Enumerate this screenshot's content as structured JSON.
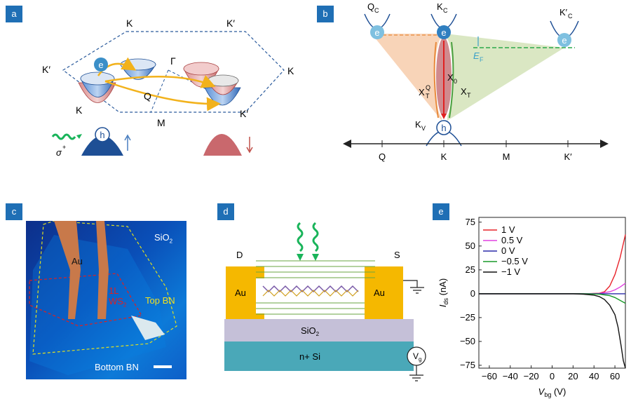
{
  "panels": {
    "a": {
      "tag": "a",
      "K_top": "K",
      "Kp_top": "K′",
      "Kp_left": "K′",
      "K_right": "K",
      "Gamma": "Γ",
      "Q": "Q",
      "K_lower": "K",
      "M": "M",
      "Kp_lower": "K′",
      "electron": "e",
      "hole": "h",
      "sigma": "σ",
      "sigma_sup": "+"
    },
    "b": {
      "tag": "b",
      "Qc": "Q",
      "Qc_sub": "C",
      "Kc": "K",
      "Kc_sub": "C",
      "Kpc": "K′",
      "Kpc_sub": "C",
      "EF": "E",
      "EF_sub": "F",
      "X0": "X",
      "X0_sub": "0",
      "XT": "X",
      "XT_sub": "T",
      "XTQ": "X",
      "XTQ_sub": "T",
      "XTQ_sup": "Q",
      "Kv": "K",
      "Kv_sub": "V",
      "electron": "e",
      "hole": "h",
      "ticks": [
        "Q",
        "K",
        "M",
        "K′"
      ]
    },
    "c": {
      "tag": "c",
      "sio2": "SiO",
      "sio2_sub": "2",
      "au": "Au",
      "ws2_line1": "1L",
      "ws2_line2": "WS",
      "ws2_sub": "2",
      "top_bn": "Top BN",
      "bottom_bn": "Bottom BN"
    },
    "d": {
      "tag": "d",
      "D": "D",
      "S": "S",
      "au_left": "Au",
      "au_right": "Au",
      "sio2": "SiO",
      "sio2_sub": "2",
      "si": "n+ Si",
      "vg": "V",
      "vg_sub": "g"
    },
    "e": {
      "tag": "e"
    }
  },
  "chart_data": {
    "type": "line",
    "xlabel": "V",
    "xlabel_sub": "bg",
    "xlabel_unit": " (V)",
    "ylabel": "I",
    "ylabel_sub": "ds",
    "ylabel_unit": " (nA)",
    "xlim": [
      -70,
      70
    ],
    "ylim": [
      -78,
      80
    ],
    "xticks": [
      -60,
      -40,
      -20,
      0,
      20,
      40,
      60
    ],
    "yticks": [
      75,
      50,
      25,
      0,
      -25,
      -50,
      -75
    ],
    "series": [
      {
        "name": "1 V",
        "color": "#e8232a",
        "x": [
          -70,
          0,
          30,
          45,
          50,
          55,
          60,
          65,
          70
        ],
        "y": [
          0,
          0,
          0,
          0.5,
          2,
          8,
          20,
          38,
          62
        ]
      },
      {
        "name": "0.5 V",
        "color": "#e040e0",
        "x": [
          -70,
          0,
          30,
          45,
          55,
          60,
          65,
          70
        ],
        "y": [
          0,
          0,
          0,
          0.3,
          2,
          4,
          7,
          11
        ]
      },
      {
        "name": "0 V",
        "color": "#2a2aa8",
        "x": [
          -70,
          0,
          70
        ],
        "y": [
          0,
          0,
          0
        ]
      },
      {
        "name": "−0.5 V",
        "color": "#1a9a2a",
        "x": [
          -70,
          0,
          30,
          45,
          55,
          60,
          65,
          70
        ],
        "y": [
          0,
          0,
          0,
          -0.5,
          -2,
          -4,
          -7,
          -10
        ]
      },
      {
        "name": "−1 V",
        "color": "#111111",
        "x": [
          -70,
          0,
          20,
          30,
          40,
          45,
          50,
          55,
          60,
          63,
          66,
          68,
          70
        ],
        "y": [
          0,
          0,
          0,
          -0.5,
          -1.5,
          -3,
          -6,
          -12,
          -22,
          -35,
          -55,
          -70,
          -78
        ]
      }
    ]
  }
}
